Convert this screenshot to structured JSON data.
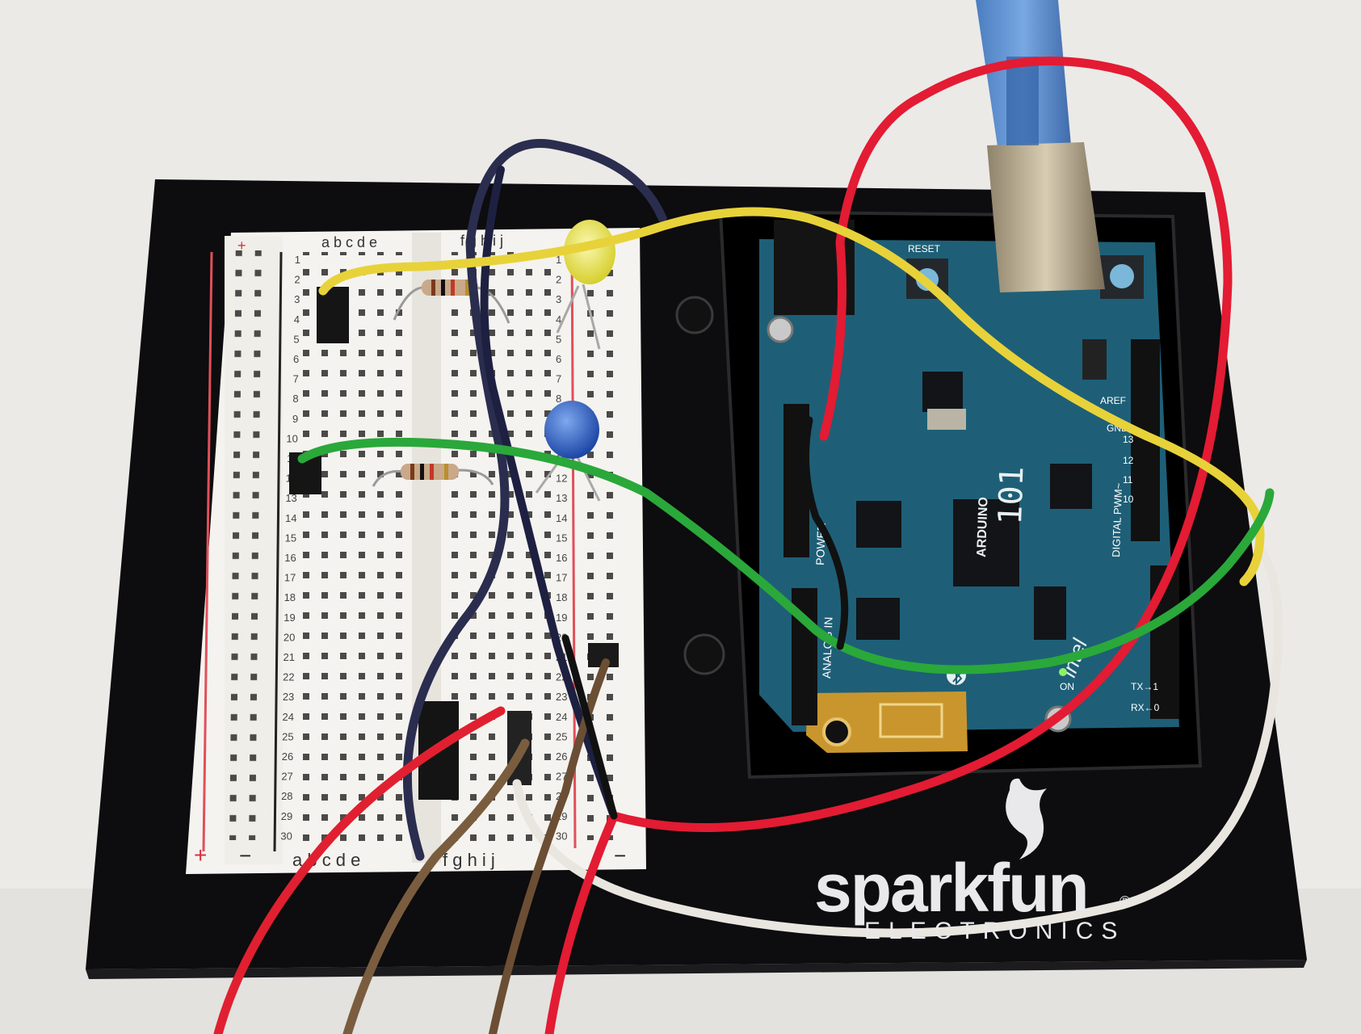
{
  "breadboard": {
    "column_letters_left": "a b c d e",
    "column_letters_right": "f g h i j",
    "row_numbers": [
      "1",
      "2",
      "3",
      "4",
      "5",
      "6",
      "7",
      "8",
      "9",
      "10",
      "11",
      "12",
      "13",
      "14",
      "15",
      "16",
      "17",
      "18",
      "19",
      "20",
      "21",
      "22",
      "23",
      "24",
      "25",
      "26",
      "27",
      "28",
      "29",
      "30"
    ],
    "rail_plus": "+",
    "rail_minus": "−"
  },
  "board": {
    "model": "101",
    "brand": "ARDUINO",
    "chip_brand": "intel",
    "header_labels": {
      "power": "POWER",
      "analog": "ANALOG IN",
      "digital": "DIGITAL PWM~",
      "gnd": "GND",
      "aref": "AREF",
      "reset": "RESET",
      "on": "ON",
      "tx": "TX→1",
      "rx": "RX←0",
      "pin_13": "13",
      "pin_12": "12",
      "pin_11": "11",
      "pin_10": "10"
    }
  },
  "base_plate": {
    "logo_text": "sparkfun",
    "logo_subtext": "ELECTRONICS",
    "logo_mark": "®"
  },
  "components": {
    "leds": [
      {
        "color": "#e8e23a"
      },
      {
        "color": "#2c62c6"
      }
    ],
    "resistor_count": 2,
    "wire_colors": [
      "#e02030",
      "#e8d23a",
      "#2aa83a",
      "#23284a",
      "#e9e6e0",
      "#7a5d3f",
      "#111111"
    ]
  },
  "colors": {
    "background": "#ecebe8",
    "base_plate": "#0d0c0e",
    "breadboard": "#f5f3ef",
    "arduino_pcb": "#1e5f77",
    "usb_cable": "#4b82c8"
  }
}
